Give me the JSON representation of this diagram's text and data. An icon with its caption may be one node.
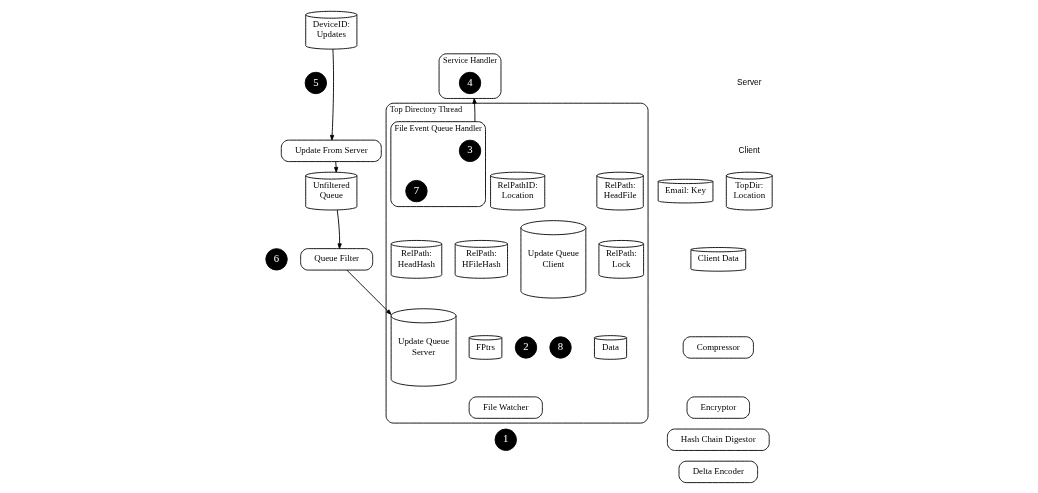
{
  "diagram": {
    "nodes": [
      {
        "text": [
          "DeviceID: Updates"
        ]
      },
      {
        "text": [
          "5"
        ]
      },
      {
        "text": [
          "Service Handler"
        ]
      },
      {
        "text": [
          "4"
        ],
        "in": 2
      },
      {
        "text": [
          "Top Directory Thread"
        ]
      },
      {
        "text": [
          "File Event Queue Handler"
        ],
        "in": 4
      },
      {
        "text": [
          "3"
        ],
        "in": 5
      },
      {
        "text": [
          "7"
        ],
        "in": 5
      },
      {
        "text": [
          "Update Queue Client"
        ],
        "in": 4
      },
      {
        "text": [
          "2"
        ],
        "in": 4
      },
      {
        "text": [
          "8"
        ],
        "in": 4
      },
      {
        "text": [
          "RelPathID: Location"
        ],
        "in": 4
      },
      {
        "text": [
          "RelPath: HeadFile"
        ],
        "in": 4
      },
      {
        "text": [
          "RelPath: HeadHash"
        ],
        "in": 4
      },
      {
        "text": [
          "RelPath: HFileHash"
        ],
        "in": 4
      },
      {
        "text": [
          "RelPath: Lock"
        ],
        "in": 4
      },
      {
        "text": [
          "FPtrs"
        ],
        "in": 4
      },
      {
        "text": [
          "Data"
        ],
        "in": 4
      },
      {
        "text": [
          "Update Queue Server"
        ],
        "in": 4
      },
      {
        "text": [
          "File Watcher"
        ],
        "in": 4
      },
      {
        "text": [
          "1"
        ]
      },
      {
        "text": [
          "Update From Server"
        ]
      },
      {
        "text": [
          "Unfiltered Queue"
        ]
      },
      {
        "text": [
          "6"
        ]
      },
      {
        "text": [
          "Queue Filter"
        ]
      },
      {
        "text": [
          "TopDir: Location"
        ]
      },
      {
        "text": [
          "Email: Key"
        ]
      },
      {
        "text": [
          "Client Data"
        ]
      },
      {
        "text": [
          "Compressor"
        ]
      },
      {
        "text": [
          "Encryptor"
        ]
      },
      {
        "text": [
          "Hash Chain Digestor"
        ]
      },
      {
        "text": [
          "Delta Encoder"
        ]
      }
    ],
    "edges": [
      {
        "from": 5,
        "to": 2,
        "arrow": "to"
      },
      {
        "from": 0,
        "to": 21,
        "arrow": "to"
      },
      {
        "from": 21,
        "to": 22,
        "arrow": "to"
      },
      {
        "from": 22,
        "to": 24,
        "arrow": "to"
      },
      {
        "from": 24,
        "to": 18,
        "arrow": "to"
      }
    ],
    "labels": [
      "Server",
      "Client"
    ]
  }
}
